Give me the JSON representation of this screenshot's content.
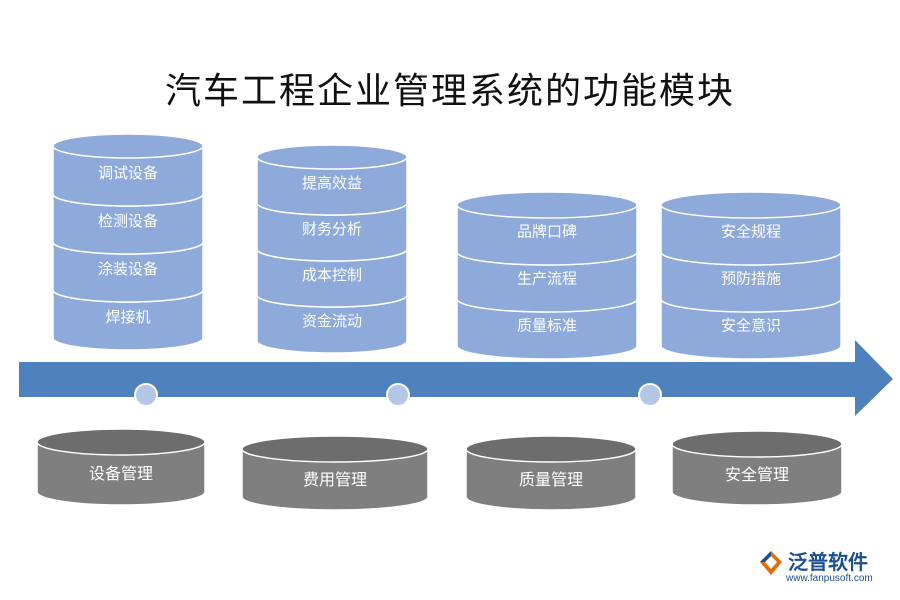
{
  "title": "汽车工程企业管理系统的功能模块",
  "colors": {
    "stack_fill": "#8eaadb",
    "stack_stroke": "#ffffff",
    "arrow": "#4f81bd",
    "base_fill": "#7f7f7f",
    "base_top": "#6d6d6d",
    "dot": "#b4c7e7",
    "label_light": "#ffffff",
    "brand": "#1d4f91"
  },
  "modules": [
    {
      "base_label": "设备管理",
      "items": [
        "调试设备",
        "检测设备",
        "涂装设备",
        "焊接机"
      ]
    },
    {
      "base_label": "费用管理",
      "items": [
        "提高效益",
        "财务分析",
        "成本控制",
        "资金流动"
      ]
    },
    {
      "base_label": "质量管理",
      "items": [
        "品牌口碑",
        "生产流程",
        "质量标准"
      ]
    },
    {
      "base_label": "安全管理",
      "items": [
        "安全规程",
        "预防措施",
        "安全意识"
      ]
    }
  ],
  "brand": {
    "name": "泛普软件",
    "url": "www.fanpusoft.com",
    "icon": "fanpu-logo-icon"
  }
}
